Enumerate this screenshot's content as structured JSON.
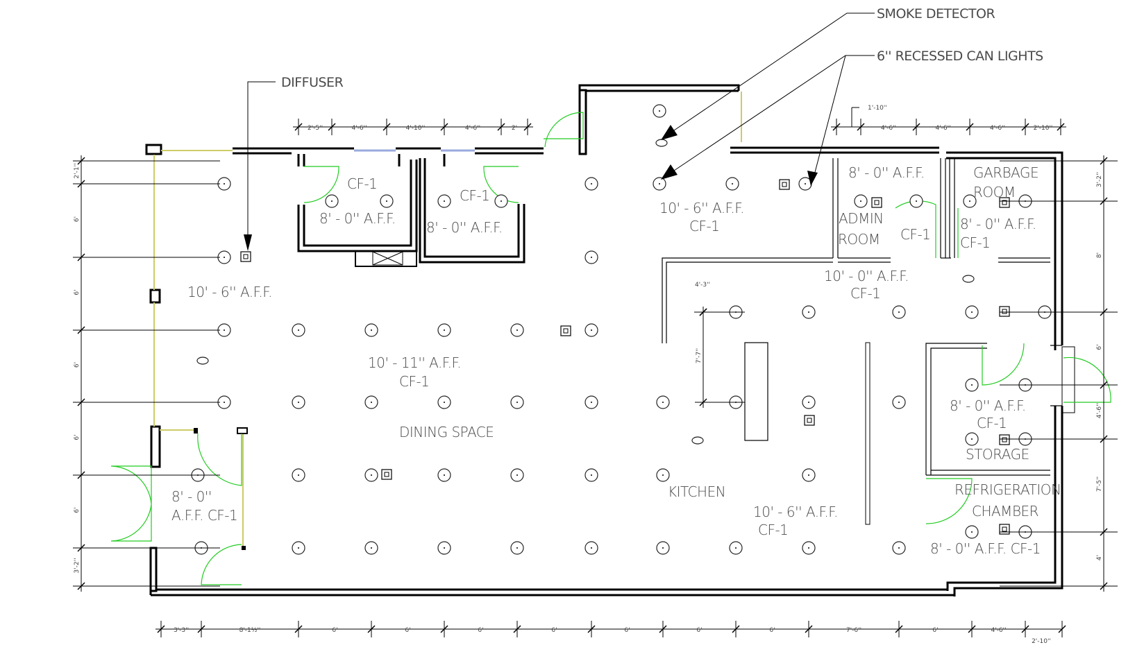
{
  "annotations": {
    "smoke_detector": "SMOKE DETECTOR",
    "recessed_lights": "6'' RECESSED CAN LIGHTS",
    "diffuser": "DIFFUSER"
  },
  "rooms": {
    "restroom_1_type": "CF-1",
    "restroom_1_height": "8' - 0'' A.F.F.",
    "restroom_2_type": "CF-1",
    "restroom_2_height": "8' - 0'' A.F.F.",
    "entry_height": "10' - 6'' A.F.F.",
    "entry_type": "CF-1",
    "admin_height": "8' - 0'' A.F.F.",
    "admin_name_1": "ADMIN",
    "admin_name_2": "ROOM",
    "admin_type": "CF-1",
    "garbage_name_1": "GARBAGE",
    "garbage_name_2": "ROOM",
    "garbage_height": "8' - 0'' A.F.F.",
    "garbage_type": "CF-1",
    "dining_left_height": "10' - 6'' A.F.F.",
    "dining_height": "10' - 11'' A.F.F.",
    "dining_type": "CF-1",
    "dining_name": "DINING SPACE",
    "kitchen_top_height": "10' - 0'' A.F.F.",
    "kitchen_top_type": "CF-1",
    "vestibule_height_1": "8' - 0''",
    "vestibule_height_2": "A.F.F. CF-1",
    "kitchen_name": "KITCHEN",
    "kitchen_height": "10' - 6'' A.F.F.",
    "kitchen_type": "CF-1",
    "storage_height": "8' - 0'' A.F.F.",
    "storage_type": "CF-1",
    "storage_name": "STORAGE",
    "refrig_name_1": "REFRIGERATION",
    "refrig_name_2": "CHAMBER",
    "refrig_height": "8' - 0'' A.F.F. CF-1"
  },
  "dimensions": {
    "top_left": [
      "2'-5''",
      "4'-6''",
      "4'-10''",
      "4'-6''",
      "2'"
    ],
    "top_right_lead": "1'-10''",
    "top_right": [
      "4'-6''",
      "4'-6''",
      "4'-6''",
      "2'-10''"
    ],
    "bottom": [
      "3'-3''",
      "8'-1½''",
      "6'",
      "6'",
      "6'",
      "6'",
      "6'",
      "6'",
      "6'",
      "7'-6''",
      "6'",
      "4'-6''"
    ],
    "bottom_far_right": "2'-10''",
    "left": [
      "2'-1''",
      "6'",
      "6'",
      "6'",
      "6'",
      "6'",
      "3'-2''"
    ],
    "right": [
      "3'-2''",
      "8'",
      "6'",
      "4'-6''",
      "7'-5''",
      "4'"
    ],
    "kitchen_inner": [
      "4'-3''",
      "7'-7''"
    ]
  },
  "colors": {
    "wall": "#000000",
    "door_swing": "#22cc22",
    "glazing": "#99aadd",
    "storefront": "#cccc66",
    "text": "#4a4a4a"
  }
}
